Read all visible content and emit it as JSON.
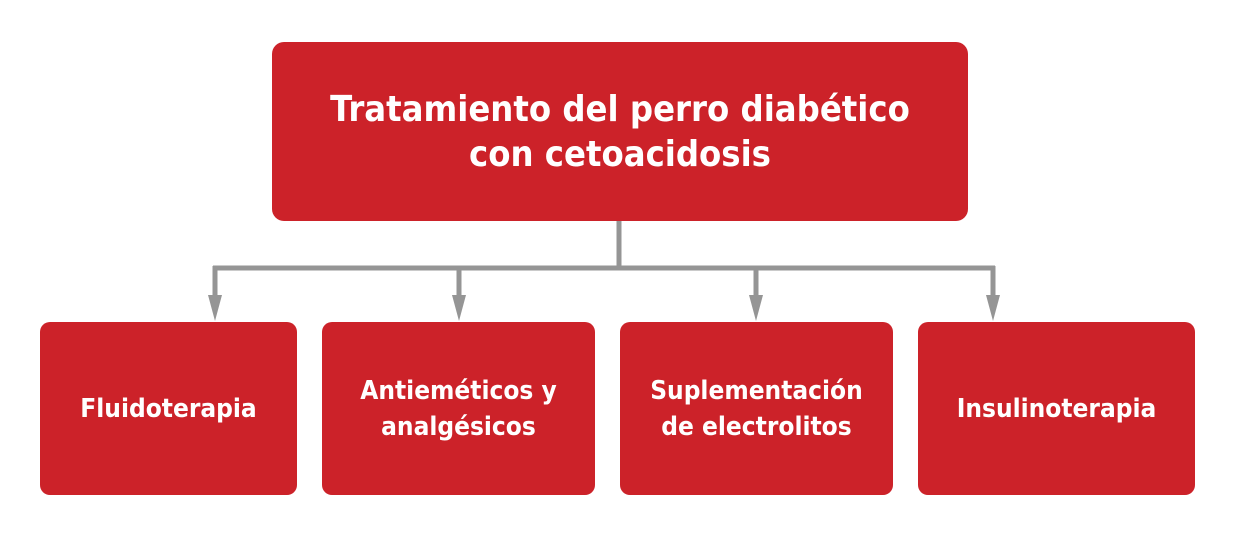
{
  "diagram": {
    "type": "tree",
    "root": {
      "label": "Tratamiento del perro diabético\ncon cetoacidosis"
    },
    "children": [
      {
        "label": "Fluidoterapia"
      },
      {
        "label": "Antieméticos y\nanalgésicos"
      },
      {
        "label": "Suplementación\nde electrolitos"
      },
      {
        "label": "Insulinoterapia"
      }
    ],
    "colors": {
      "box_fill": "#cc2229",
      "text": "#ffffff",
      "connector": "#959595"
    }
  }
}
